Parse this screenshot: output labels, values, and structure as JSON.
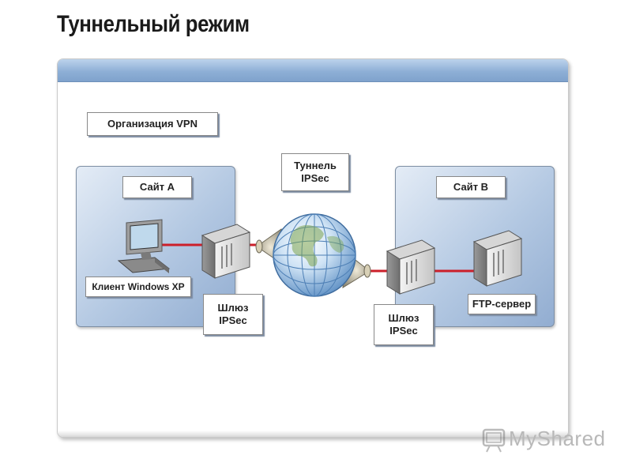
{
  "title": "Туннельный режим",
  "labels": {
    "vpn": "Организация VPN",
    "tunnel": "Туннель\nIPSec",
    "site_a": "Сайт A",
    "site_b": "Сайт B",
    "client": "Клиент Windows XP",
    "gateway_a": "Шлюз\nIPSec",
    "gateway_b": "Шлюз\nIPSec",
    "ftp": "FTP-сервер"
  },
  "watermark": "MyShared",
  "colors": {
    "header_blue": "#8eafd6",
    "site_fill": "#b3c8e2",
    "link_red": "#cc1f2a"
  },
  "icons": [
    "computer-icon",
    "server-icon",
    "globe-icon",
    "arrow-head-icon",
    "myshared-logo-icon"
  ]
}
